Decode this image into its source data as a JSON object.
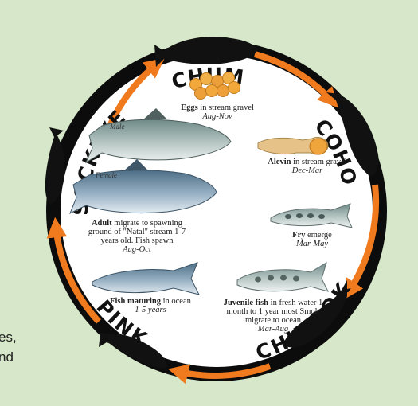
{
  "side_text": {
    "line1": "es,",
    "line2": "nd"
  },
  "species": {
    "chum": "CHUM",
    "coho": "COHO",
    "chinook": "CHINOOK",
    "pink": "PINK",
    "sockeye": "SOCKEYE"
  },
  "stages": [
    {
      "name": "Eggs",
      "desc": " in stream gravel",
      "time": "Aug-Nov"
    },
    {
      "name": "Alevin",
      "desc": " in stream gravel",
      "time": "Dec-Mar"
    },
    {
      "name": "Fry",
      "desc": " emerge",
      "time": "Mar-May"
    },
    {
      "name": "Juvenile fish",
      "desc": " in fresh water 1 month to 1 year most Smolt migrate to ocean",
      "time": "Mar-Aug"
    },
    {
      "name": "Fish maturing",
      "desc": " in ocean",
      "time": "1-5 years"
    },
    {
      "name": "Adult",
      "desc": " migrate to spawning ground of \"Natal\" stream 1-7 years old. Fish spawn",
      "time": "Aug-Oct"
    }
  ],
  "labels": {
    "male": "Male",
    "female": "Female"
  },
  "colors": {
    "background": "#d6e8c9",
    "ring": "#0c0c0c",
    "arrow": "#f07a1e",
    "inner": "#ffffff"
  }
}
